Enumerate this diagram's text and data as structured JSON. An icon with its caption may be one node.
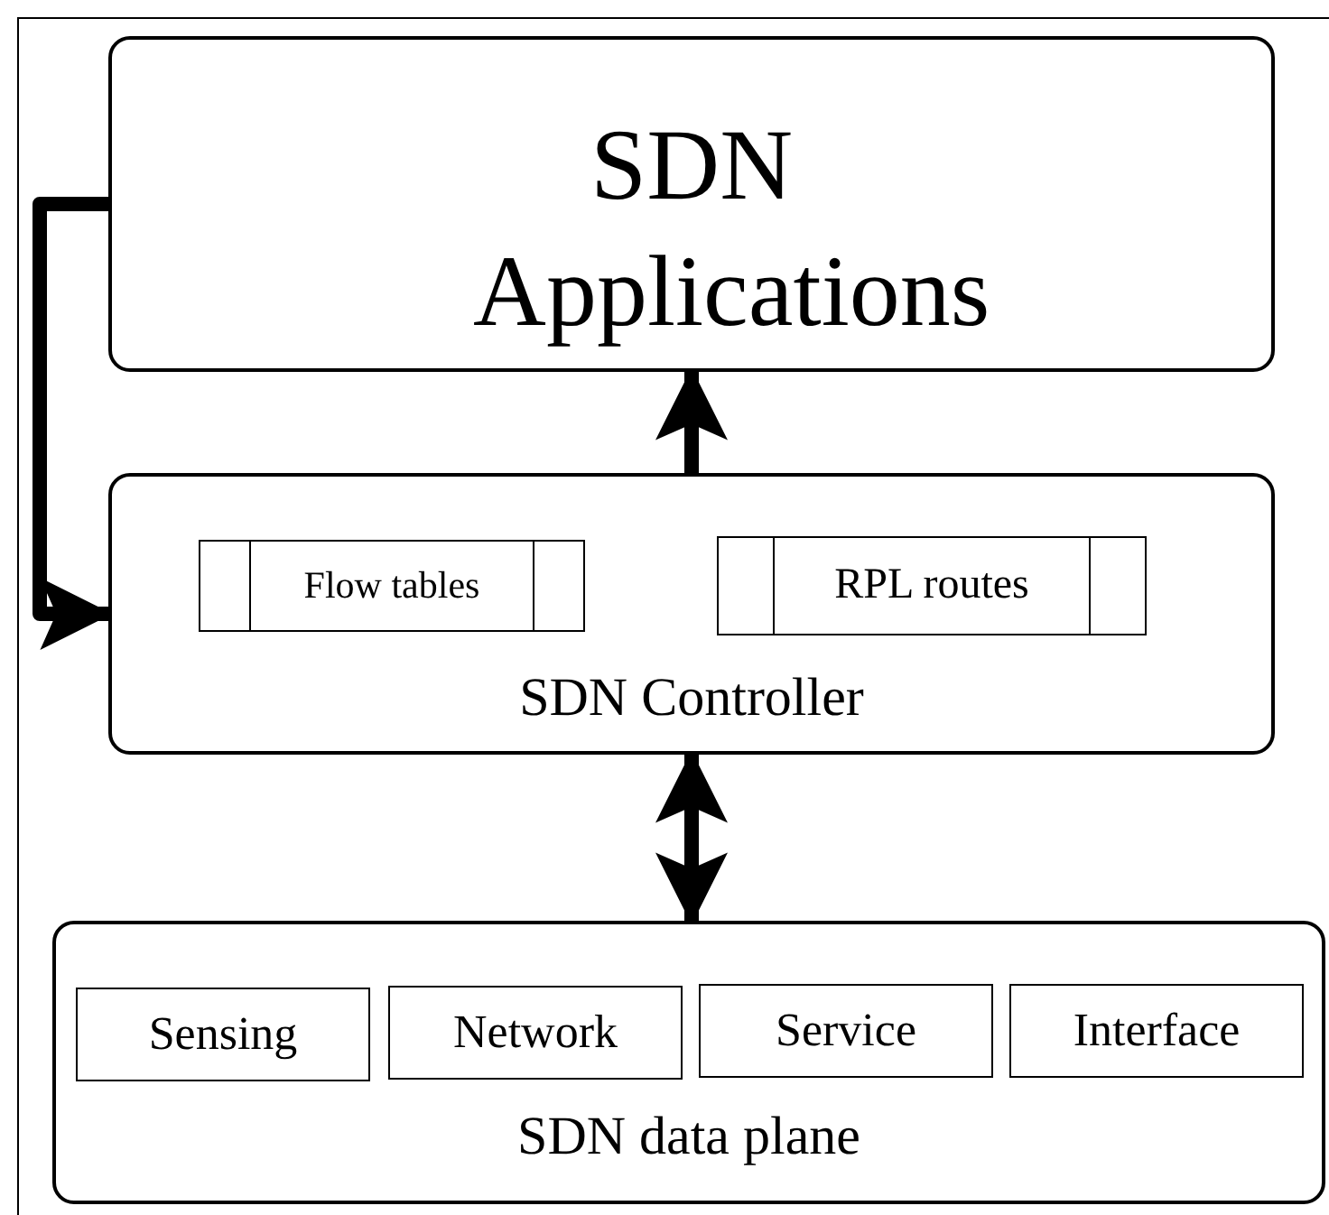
{
  "diagram": {
    "nodes": [
      {
        "text": [
          "SDN Applications"
        ]
      },
      {
        "text": [
          "SDN Controller"
        ]
      },
      {
        "text": [
          "Flow tables"
        ],
        "in": 1
      },
      {
        "text": [
          "RPL routes"
        ],
        "in": 1
      },
      {
        "text": [
          "SDN data plane"
        ]
      },
      {
        "text": [
          "Sensing"
        ],
        "in": 4
      },
      {
        "text": [
          "Network"
        ],
        "in": 4
      },
      {
        "text": [
          "Service"
        ],
        "in": 4
      },
      {
        "text": [
          "Interface"
        ],
        "in": 4
      }
    ],
    "edges": [
      {
        "from": 1,
        "to": 0,
        "arrow": "to"
      },
      {
        "from": 0,
        "to": 1,
        "arrow": "to"
      },
      {
        "from": 1,
        "to": 4,
        "arrow": "both"
      }
    ]
  }
}
